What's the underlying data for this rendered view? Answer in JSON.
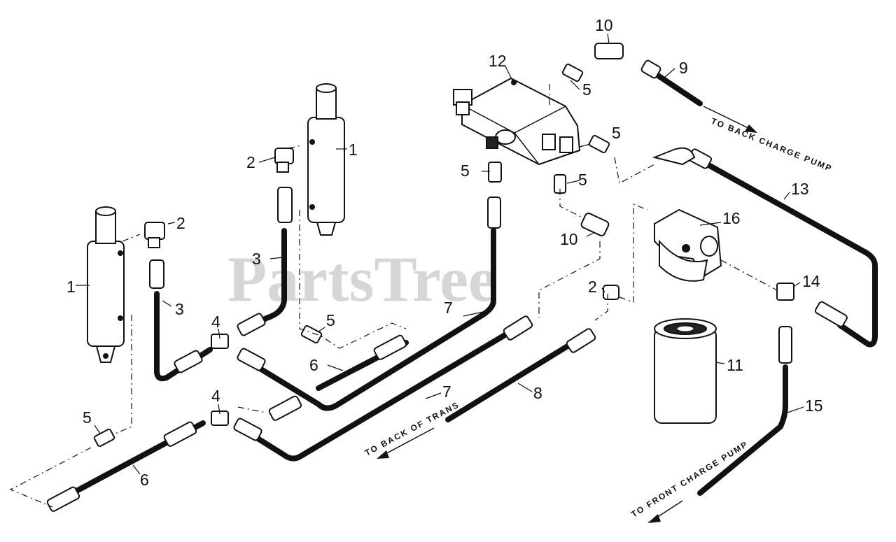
{
  "watermark": "PartsTree",
  "callouts": {
    "c1a": "1",
    "c1b": "1",
    "c2a": "2",
    "c2b": "2",
    "c2c": "2",
    "c3a": "3",
    "c3b": "3",
    "c4a": "4",
    "c4b": "4",
    "c5a": "5",
    "c5b": "5",
    "c5c": "5",
    "c5d": "5",
    "c5e": "5",
    "c5f": "5",
    "c6a": "6",
    "c6b": "6",
    "c7a": "7",
    "c7b": "7",
    "c8": "8",
    "c9": "9",
    "c10a": "10",
    "c10b": "10",
    "c11": "11",
    "c12": "12",
    "c13": "13",
    "c14": "14",
    "c15": "15",
    "c16": "16"
  },
  "notes": {
    "back_charge_pump": "TO BACK CHARGE PUMP",
    "back_of_trans": "TO BACK OF TRANS",
    "front_charge_pump": "TO FRONT CHARGE PUMP"
  }
}
